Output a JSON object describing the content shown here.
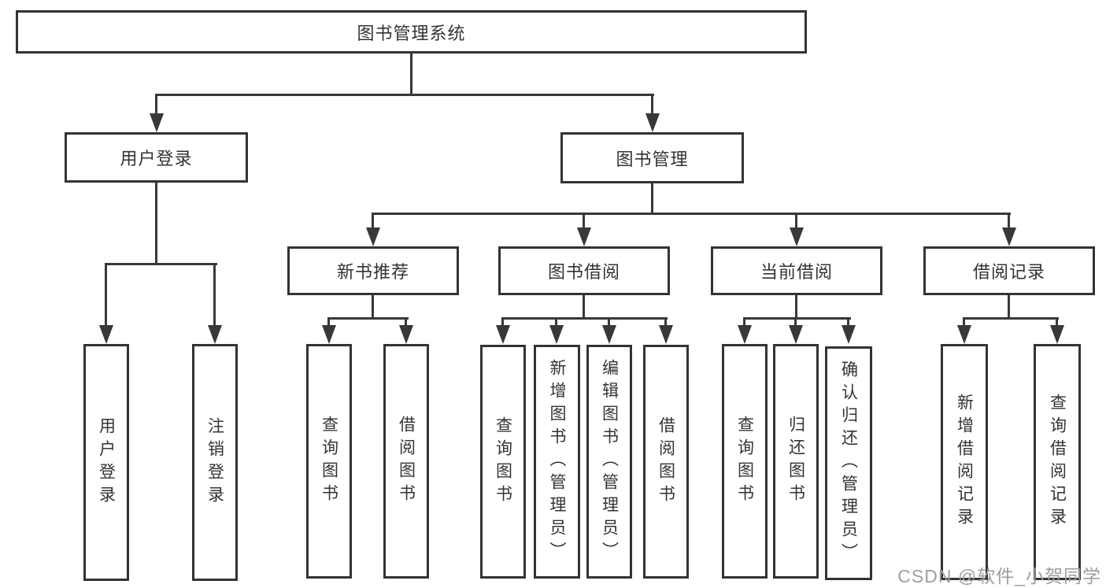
{
  "tree": {
    "root": "图书管理系统",
    "children": [
      {
        "label": "用户登录",
        "children": [
          "用户登录",
          "注销登录"
        ]
      },
      {
        "label": "图书管理",
        "children": [
          {
            "label": "新书推荐",
            "children": [
              "查询图书",
              "借阅图书"
            ]
          },
          {
            "label": "图书借阅",
            "children": [
              "查询图书",
              "新增图书（管理员）",
              "编辑图书（管理员）",
              "借阅图书"
            ]
          },
          {
            "label": "当前借阅",
            "children": [
              "查询图书",
              "归还图书",
              "确认归还（管理员）"
            ]
          },
          {
            "label": "借阅记录",
            "children": [
              "新增借阅记录",
              "查询借阅记录"
            ]
          }
        ]
      }
    ]
  },
  "watermark": "CSDN @软件_小贺同学",
  "colors": {
    "line": "#383838",
    "box_border": "#333333",
    "text": "#333333",
    "watermark": "#9e9e9e",
    "background": "#ffffff"
  }
}
